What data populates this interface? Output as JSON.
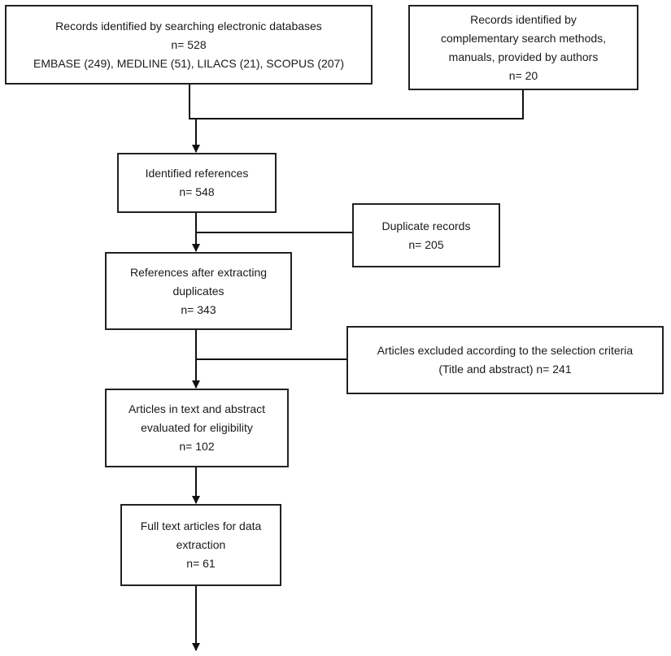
{
  "flowchart": {
    "db_search": {
      "line1": "Records identified by searching electronic databases",
      "line2": "n= 528",
      "line3": "EMBASE (249), MEDLINE (51), LILACS (21), SCOPUS (207)"
    },
    "other_search": {
      "line1": "Records identified by",
      "line2": "complementary search methods,",
      "line3": "manuals, provided by authors",
      "line4": "n= 20"
    },
    "identified": {
      "line1": "Identified references",
      "line2": "n= 548"
    },
    "duplicates": {
      "line1": "Duplicate records",
      "line2": "n= 205"
    },
    "after_duplicates": {
      "line1": "References after extracting",
      "line2": "duplicates",
      "line3": "n= 343"
    },
    "excluded": {
      "line1": "Articles excluded according to the selection criteria",
      "line2": "(Title and abstract) n= 241"
    },
    "eligibility": {
      "line1": "Articles in text and abstract",
      "line2": "evaluated for eligibility",
      "line3": "n= 102"
    },
    "full_text": {
      "line1": "Full text articles for data",
      "line2": "extraction",
      "line3": "n= 61"
    }
  }
}
